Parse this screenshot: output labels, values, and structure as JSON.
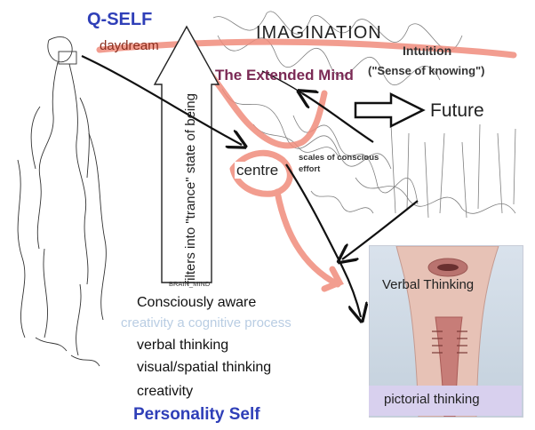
{
  "labels": {
    "q_self": "Q-SELF",
    "daydream": "daydream",
    "imagination": "IMAGINATION",
    "intuition": "Intuition",
    "sense_of_knowing": "(\"Sense of knowing\")",
    "extended_mind": "The Extended Mind",
    "future": "Future",
    "centre": "centre",
    "scales": "scales of conscious effort",
    "filters": "filters into \"trance\" state of being",
    "brain_mind": "BRAIN_MIND",
    "consciously_aware": "Consciously aware",
    "creativity_process": "creativity a cognitive process",
    "list": [
      "verbal thinking",
      "visual/spatial thinking",
      "creativity"
    ],
    "personality_self": "Personality Self",
    "verbal_thinking": "Verbal Thinking",
    "pictorial_thinking": "pictorial thinking"
  },
  "colors": {
    "title_blue": "#2f3fb8",
    "highlight_salmon": "#f08c7c",
    "extended_mind": "#7b2a55",
    "creativity_process": "#b9cde3",
    "pictorial_band": "#d8d0ee"
  }
}
